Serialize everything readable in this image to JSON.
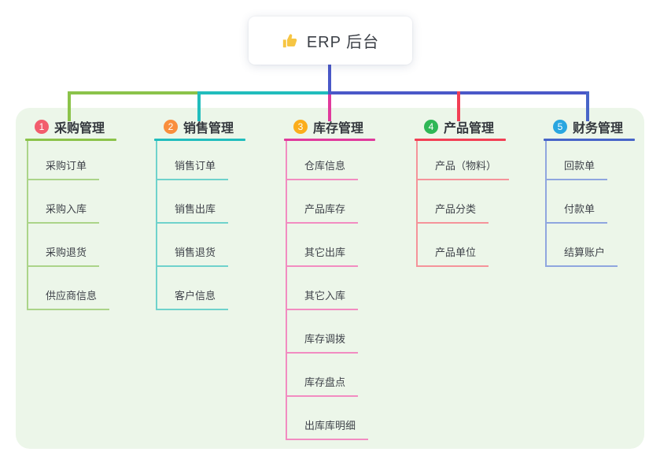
{
  "root": {
    "icon": "thumbs-up-icon",
    "title": "ERP 后台"
  },
  "canvas": {
    "panel_bg": "#ECF6E9",
    "root_card_bg": "#FFFFFF",
    "thumb_color": "#F6C543"
  },
  "connectors": {
    "root_drop_color": "#4A58C8",
    "left_bus_color": "#8BC34A",
    "mid_bus_color": "#21BDBD",
    "right_bus_color": "#4A58C8"
  },
  "branches": [
    {
      "number": "1",
      "title": "采购管理",
      "badge_color": "#F25D6D",
      "line_color": "#8BC34A",
      "subline_color": "#ABD489",
      "items": [
        "采购订单",
        "采购入库",
        "采购退货",
        "供应商信息"
      ]
    },
    {
      "number": "2",
      "title": "销售管理",
      "badge_color": "#F98E3D",
      "line_color": "#21BDBD",
      "subline_color": "#6FD2CC",
      "items": [
        "销售订单",
        "销售出库",
        "销售退货",
        "客户信息"
      ]
    },
    {
      "number": "3",
      "title": "库存管理",
      "badge_color": "#FBAD1B",
      "line_color": "#E03A9C",
      "subline_color": "#F28CC1",
      "items": [
        "仓库信息",
        "产品库存",
        "其它出库",
        "其它入库",
        "库存调拨",
        "库存盘点",
        "出库库明细"
      ]
    },
    {
      "number": "4",
      "title": "产品管理",
      "badge_color": "#2FB756",
      "line_color": "#F23F55",
      "subline_color": "#F5939A",
      "items": [
        "产品（物料）",
        "产品分类",
        "产品单位"
      ]
    },
    {
      "number": "5",
      "title": "财务管理",
      "badge_color": "#29A6E0",
      "line_color": "#4765C8",
      "subline_color": "#8FA6DF",
      "items": [
        "回款单",
        "付款单",
        "结算账户"
      ]
    }
  ]
}
